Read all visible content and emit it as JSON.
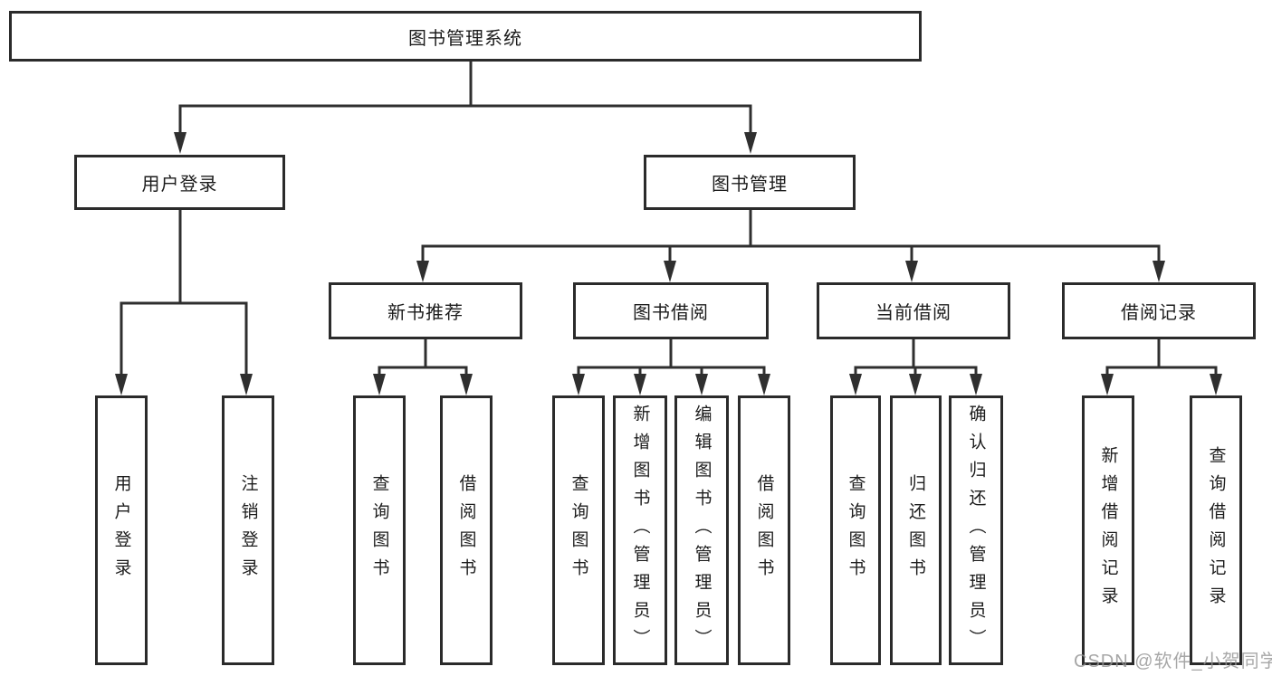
{
  "tree": {
    "label": "图书管理系统",
    "children": [
      {
        "label": "用户登录",
        "children": [
          {
            "label": "用户登录"
          },
          {
            "label": "注销登录"
          }
        ]
      },
      {
        "label": "图书管理",
        "children": [
          {
            "label": "新书推荐",
            "children": [
              {
                "label": "查询图书"
              },
              {
                "label": "借阅图书"
              }
            ]
          },
          {
            "label": "图书借阅",
            "children": [
              {
                "label": "查询图书"
              },
              {
                "label": "新增图书（管理员）"
              },
              {
                "label": "编辑图书（管理员）"
              },
              {
                "label": "借阅图书"
              }
            ]
          },
          {
            "label": "当前借阅",
            "children": [
              {
                "label": "查询图书"
              },
              {
                "label": "归还图书"
              },
              {
                "label": "确认归还（管理员）"
              }
            ]
          },
          {
            "label": "借阅记录",
            "children": [
              {
                "label": "新增借阅记录"
              },
              {
                "label": "查询借阅记录"
              }
            ]
          }
        ]
      }
    ]
  },
  "watermark": {
    "text": "CSDN @软件_小贺同学"
  },
  "colors": {
    "line": "#2f2f2f",
    "box_border": "#2b2b2b",
    "box_fill": "#ffffff",
    "text": "#1c1c1c",
    "watermark": "#949494"
  }
}
